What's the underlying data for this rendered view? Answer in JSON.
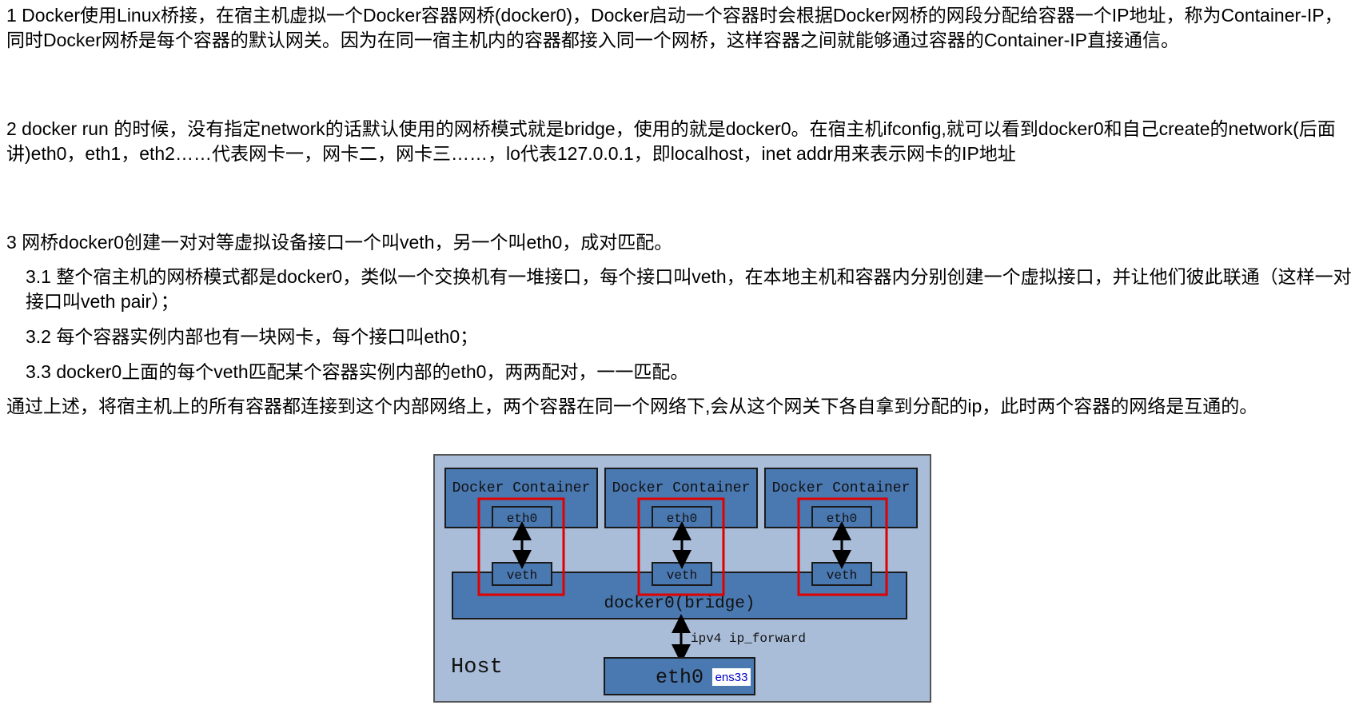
{
  "paragraphs": [
    {
      "id": "p1",
      "text": "1 Docker使用Linux桥接，在宿主机虚拟一个Docker容器网桥(docker0)，Docker启动一个容器时会根据Docker网桥的网段分配给容器一个IP地址，称为Container-IP，同时Docker网桥是每个容器的默认网关。因为在同一宿主机内的容器都接入同一个网桥，这样容器之间就能够通过容器的Container-IP直接通信。"
    },
    {
      "id": "p2",
      "text": "2 docker run 的时候，没有指定network的话默认使用的网桥模式就是bridge，使用的就是docker0。在宿主机ifconfig,就可以看到docker0和自己create的network(后面讲)eth0，eth1，eth2……代表网卡一，网卡二，网卡三……，lo代表127.0.0.1，即localhost，inet addr用来表示网卡的IP地址"
    },
    {
      "id": "p3",
      "text": "3 网桥docker0创建一对对等虚拟设备接口一个叫veth，另一个叫eth0，成对匹配。"
    },
    {
      "id": "p3_1",
      "text": "3.1 整个宿主机的网桥模式都是docker0，类似一个交换机有一堆接口，每个接口叫veth，在本地主机和容器内分别创建一个虚拟接口，并让他们彼此联通（这样一对接口叫veth pair）；"
    },
    {
      "id": "p3_2",
      "text": "3.2 每个容器实例内部也有一块网卡，每个接口叫eth0；"
    },
    {
      "id": "p3_3",
      "text": "3.3 docker0上面的每个veth匹配某个容器实例内部的eth0，两两配对，一一匹配。"
    },
    {
      "id": "p4",
      "text": " 通过上述，将宿主机上的所有容器都连接到这个内部网络上，两个容器在同一个网络下,会从这个网关下各自拿到分配的ip，此时两个容器的网络是互通的。"
    }
  ],
  "diagram": {
    "containers": [
      {
        "title": "Docker Container",
        "eth": "eth0",
        "veth": "veth"
      },
      {
        "title": "Docker Container",
        "eth": "eth0",
        "veth": "veth"
      },
      {
        "title": "Docker Container",
        "eth": "eth0",
        "veth": "veth"
      }
    ],
    "bridge_label": "docker0(bridge)",
    "forward_label": "ipv4 ip_forward",
    "host_label": "Host",
    "host_eth_label": "eth0",
    "host_eth_tag": "ens33",
    "colors": {
      "background": "#a9bcd8",
      "box_fill": "#4a78b0",
      "box_stroke": "#1a1a1a",
      "highlight": "#e00000",
      "tag_fill": "#ffffff",
      "tag_text": "#0000cc"
    }
  }
}
